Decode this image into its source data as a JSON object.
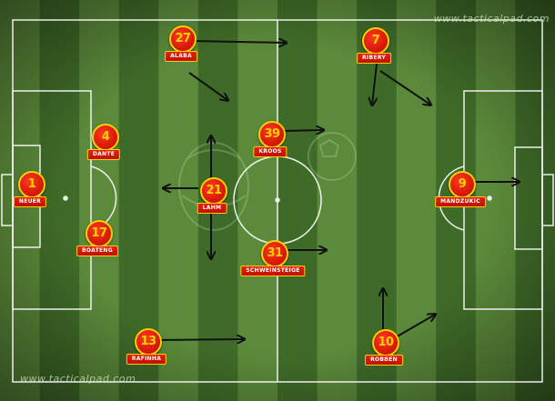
{
  "watermark": {
    "top": "www.tacticalpad.com",
    "bottom": "www.tacticalpad.com"
  },
  "colors": {
    "pitch_dark": "#3f6b28",
    "pitch_light": "#5b8a3a",
    "lines": "#ffffff",
    "badge_fill": "#d81a08",
    "badge_border": "#f4d000",
    "number_text": "#ffd000",
    "arrow": "#111111"
  },
  "players": [
    {
      "number": "1",
      "name": "NEUER"
    },
    {
      "number": "4",
      "name": "DANTE"
    },
    {
      "number": "17",
      "name": "BOATENG"
    },
    {
      "number": "13",
      "name": "RAFINHA"
    },
    {
      "number": "27",
      "name": "ALABA"
    },
    {
      "number": "21",
      "name": "LAHM"
    },
    {
      "number": "39",
      "name": "KROOS"
    },
    {
      "number": "31",
      "name": "SCHWEINSTEIGE"
    },
    {
      "number": "7",
      "name": "RIBERY"
    },
    {
      "number": "10",
      "name": "ROBBEN"
    },
    {
      "number": "9",
      "name": "MANDZUKIC"
    }
  ]
}
